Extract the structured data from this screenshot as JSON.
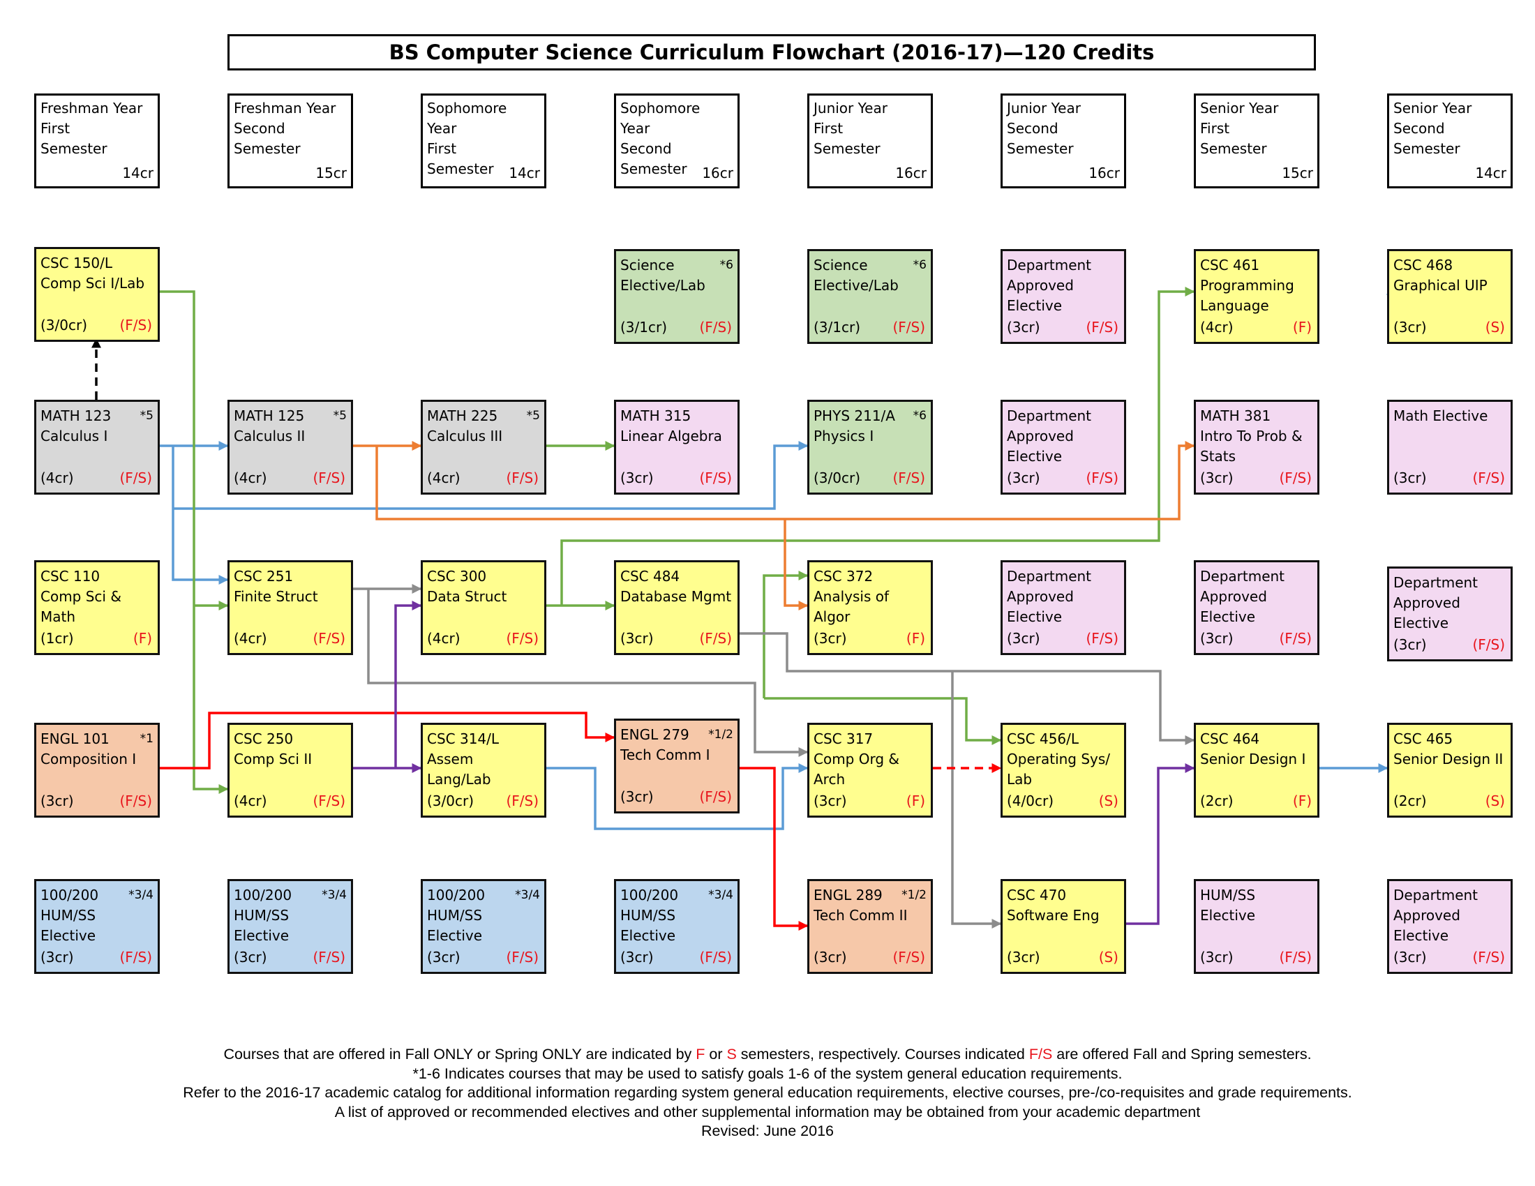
{
  "title": "BS Computer Science Curriculum Flowchart (2016-17)—120 Credits",
  "semesters": [
    {
      "lines": "Freshman Year\nFirst\nSemester",
      "credits": "14cr"
    },
    {
      "lines": "Freshman Year\nSecond\nSemester",
      "credits": "15cr"
    },
    {
      "lines": "Sophomore Year\nFirst\nSemester",
      "credits": "14cr"
    },
    {
      "lines": "Sophomore Year\nSecond\nSemester",
      "credits": "16cr"
    },
    {
      "lines": "Junior Year\nFirst\nSemester",
      "credits": "16cr"
    },
    {
      "lines": "Junior Year\nSecond\nSemester",
      "credits": "16cr"
    },
    {
      "lines": "Senior Year\nFirst\nSemester",
      "credits": "15cr"
    },
    {
      "lines": "Senior Year\nSecond\nSemester",
      "credits": "14cr"
    }
  ],
  "colors": {
    "core_csc": "#fffe8f",
    "math_core": "#d8d8d8",
    "science": "#c7e0b6",
    "elective": "#f3d9f1",
    "english": "#f6c8a9",
    "hum_ss": "#bcd6ee",
    "offering_text": "#e8141c",
    "wire_blue": "#5b9bd5",
    "wire_green": "#70ad47",
    "wire_orange": "#ed7d31",
    "wire_gray": "#8c8c8c",
    "wire_red": "#ff0000",
    "wire_purple": "#7030a0"
  },
  "courses": {
    "csc150": {
      "title": "CSC 150/L\nComp Sci I/Lab",
      "gen_ed": "",
      "credits": "(3/0cr)",
      "offered": "(F/S)"
    },
    "sci_elec_1": {
      "title": "Science\nElective/Lab",
      "gen_ed": "*6",
      "credits": "(3/1cr)",
      "offered": "(F/S)"
    },
    "sci_elec_2": {
      "title": "Science\nElective/Lab",
      "gen_ed": "*6",
      "credits": "(3/1cr)",
      "offered": "(F/S)"
    },
    "dept_elec_r1c6": {
      "title": "Department\nApproved\nElective",
      "gen_ed": "",
      "credits": "(3cr)",
      "offered": "(F/S)"
    },
    "csc461": {
      "title": "CSC 461\nProgramming\nLanguage",
      "gen_ed": "",
      "credits": "(4cr)",
      "offered": "(F)"
    },
    "csc468": {
      "title": "CSC 468\nGraphical UIP",
      "gen_ed": "",
      "credits": "(3cr)",
      "offered": "(S)"
    },
    "math123": {
      "title": "MATH 123\nCalculus I",
      "gen_ed": "*5",
      "credits": "(4cr)",
      "offered": "(F/S)"
    },
    "math125": {
      "title": "MATH 125\nCalculus II",
      "gen_ed": "*5",
      "credits": "(4cr)",
      "offered": "(F/S)"
    },
    "math225": {
      "title": "MATH 225\nCalculus III",
      "gen_ed": "*5",
      "credits": "(4cr)",
      "offered": "(F/S)"
    },
    "math315": {
      "title": "MATH 315\nLinear Algebra",
      "gen_ed": "",
      "credits": "(3cr)",
      "offered": "(F/S)"
    },
    "phys211": {
      "title": "PHYS 211/A\nPhysics I",
      "gen_ed": "*6",
      "credits": "(3/0cr)",
      "offered": "(F/S)"
    },
    "dept_elec_r2c6": {
      "title": "Department\nApproved\nElective",
      "gen_ed": "",
      "credits": "(3cr)",
      "offered": "(F/S)"
    },
    "math381": {
      "title": "MATH 381\nIntro To Prob &\nStats",
      "gen_ed": "",
      "credits": "(3cr)",
      "offered": "(F/S)"
    },
    "math_elec": {
      "title": "Math Elective",
      "gen_ed": "",
      "credits": "(3cr)",
      "offered": "(F/S)"
    },
    "csc110": {
      "title": "CSC 110\nComp Sci &\nMath",
      "gen_ed": "",
      "credits": "(1cr)",
      "offered": "(F)"
    },
    "csc251": {
      "title": "CSC 251\nFinite Struct",
      "gen_ed": "",
      "credits": "(4cr)",
      "offered": "(F/S)"
    },
    "csc300": {
      "title": "CSC 300\nData Struct",
      "gen_ed": "",
      "credits": "(4cr)",
      "offered": "(F/S)"
    },
    "csc484": {
      "title": "CSC 484\nDatabase Mgmt",
      "gen_ed": "",
      "credits": "(3cr)",
      "offered": "(F/S)"
    },
    "csc372": {
      "title": "CSC 372\nAnalysis of Algor",
      "gen_ed": "",
      "credits": "(3cr)",
      "offered": "(F)"
    },
    "dept_elec_r3c6": {
      "title": "Department\nApproved\nElective",
      "gen_ed": "",
      "credits": "(3cr)",
      "offered": "(F/S)"
    },
    "dept_elec_r3c7": {
      "title": "Department\nApproved\nElective",
      "gen_ed": "",
      "credits": "(3cr)",
      "offered": "(F/S)"
    },
    "dept_elec_r3c8": {
      "title": "Department\nApproved\nElective",
      "gen_ed": "",
      "credits": "(3cr)",
      "offered": "(F/S)"
    },
    "engl101": {
      "title": "ENGL 101\nComposition I",
      "gen_ed": "*1",
      "credits": "(3cr)",
      "offered": "(F/S)"
    },
    "csc250": {
      "title": "CSC 250\nComp Sci II",
      "gen_ed": "",
      "credits": "(4cr)",
      "offered": "(F/S)"
    },
    "csc314": {
      "title": "CSC 314/L\nAssem Lang/Lab",
      "gen_ed": "",
      "credits": "(3/0cr)",
      "offered": "(F/S)"
    },
    "engl279": {
      "title": "ENGL 279\nTech Comm I",
      "gen_ed": "*1/2",
      "credits": "(3cr)",
      "offered": "(F/S)"
    },
    "csc317": {
      "title": "CSC 317\nComp Org &\nArch",
      "gen_ed": "",
      "credits": "(3cr)",
      "offered": "(F)"
    },
    "csc456": {
      "title": "CSC 456/L\nOperating Sys/\nLab",
      "gen_ed": "",
      "credits": "(4/0cr)",
      "offered": "(S)"
    },
    "csc464": {
      "title": "CSC 464\nSenior Design I",
      "gen_ed": "",
      "credits": "(2cr)",
      "offered": "(F)"
    },
    "csc465": {
      "title": "CSC 465\nSenior Design II",
      "gen_ed": "",
      "credits": "(2cr)",
      "offered": "(S)"
    },
    "humss_1": {
      "title": "100/200\nHUM/SS Elective",
      "gen_ed": "*3/4",
      "credits": "(3cr)",
      "offered": "(F/S)"
    },
    "humss_2": {
      "title": "100/200\nHUM/SS Elective",
      "gen_ed": "*3/4",
      "credits": "(3cr)",
      "offered": "(F/S)"
    },
    "humss_3": {
      "title": "100/200\nHUM/SS Elective",
      "gen_ed": "*3/4",
      "credits": "(3cr)",
      "offered": "(F/S)"
    },
    "humss_4": {
      "title": "100/200\nHUM/SS Elective",
      "gen_ed": "*3/4",
      "credits": "(3cr)",
      "offered": "(F/S)"
    },
    "engl289": {
      "title": "ENGL 289\nTech Comm II",
      "gen_ed": "*1/2",
      "credits": "(3cr)",
      "offered": "(F/S)"
    },
    "csc470": {
      "title": "CSC 470\nSoftware Eng",
      "gen_ed": "",
      "credits": "(3cr)",
      "offered": "(S)"
    },
    "hum_ss_elec": {
      "title": "HUM/SS\nElective",
      "gen_ed": "",
      "credits": "(3cr)",
      "offered": "(F/S)"
    },
    "dept_elec_r5c8": {
      "title": "Department\nApproved\nElective",
      "gen_ed": "",
      "credits": "(3cr)",
      "offered": "(F/S)"
    }
  },
  "notes": {
    "line1_a": "Courses that are offered in Fall ONLY or Spring ONLY are indicated by ",
    "line1_f": "F",
    "line1_b": " or ",
    "line1_s": "S",
    "line1_c": " semesters, respectively. Courses indicated ",
    "line1_fs": "F/S",
    "line1_d": " are offered Fall and Spring semesters.",
    "line2": "*1-6 Indicates courses that may be used to satisfy goals 1-6 of the system general education requirements.",
    "line3": "Refer to the 2016-17 academic catalog for additional information regarding system general education requirements, elective courses, pre-/co-requisites and grade requirements.",
    "line4": "A list of approved or recommended electives and other supplemental information may be obtained from your academic department",
    "line5": "Revised: June 2016"
  }
}
